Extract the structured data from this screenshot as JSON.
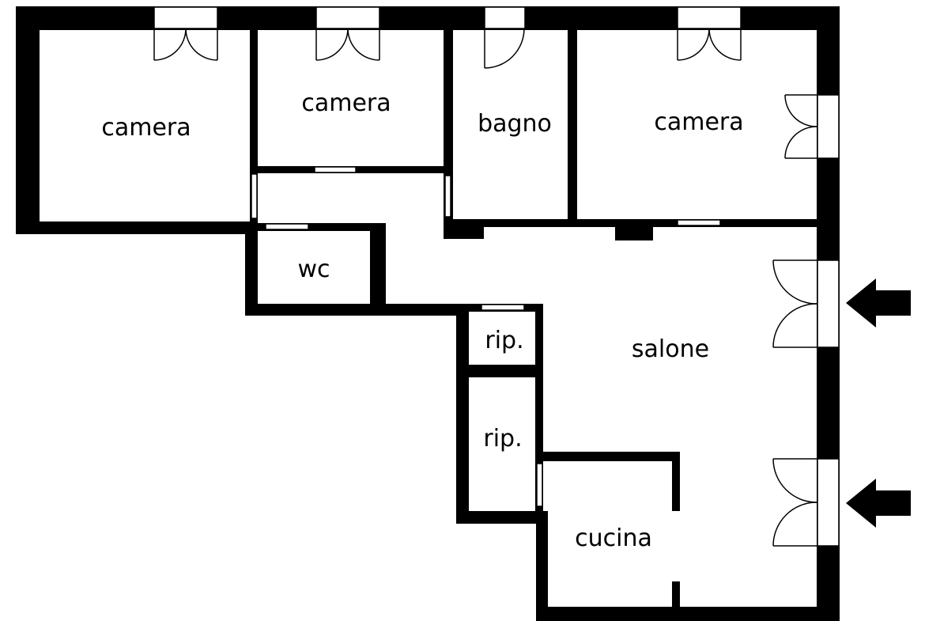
{
  "colors": {
    "wall": "#000000",
    "background": "#ffffff",
    "opening": "#ffffff"
  },
  "rooms": {
    "camera_left": "camera",
    "camera_middle": "camera",
    "bagno": "bagno",
    "camera_right": "camera",
    "wc": "wc",
    "ripostiglio_top": "rip.",
    "ripostiglio_bottom": "rip.",
    "salone": "salone",
    "cucina": "cucina"
  },
  "icons": {
    "entrance_arrows": [
      "arrow-left-icon",
      "arrow-left-icon"
    ],
    "doors": "door-swing-icon",
    "windows": "window-icon"
  }
}
